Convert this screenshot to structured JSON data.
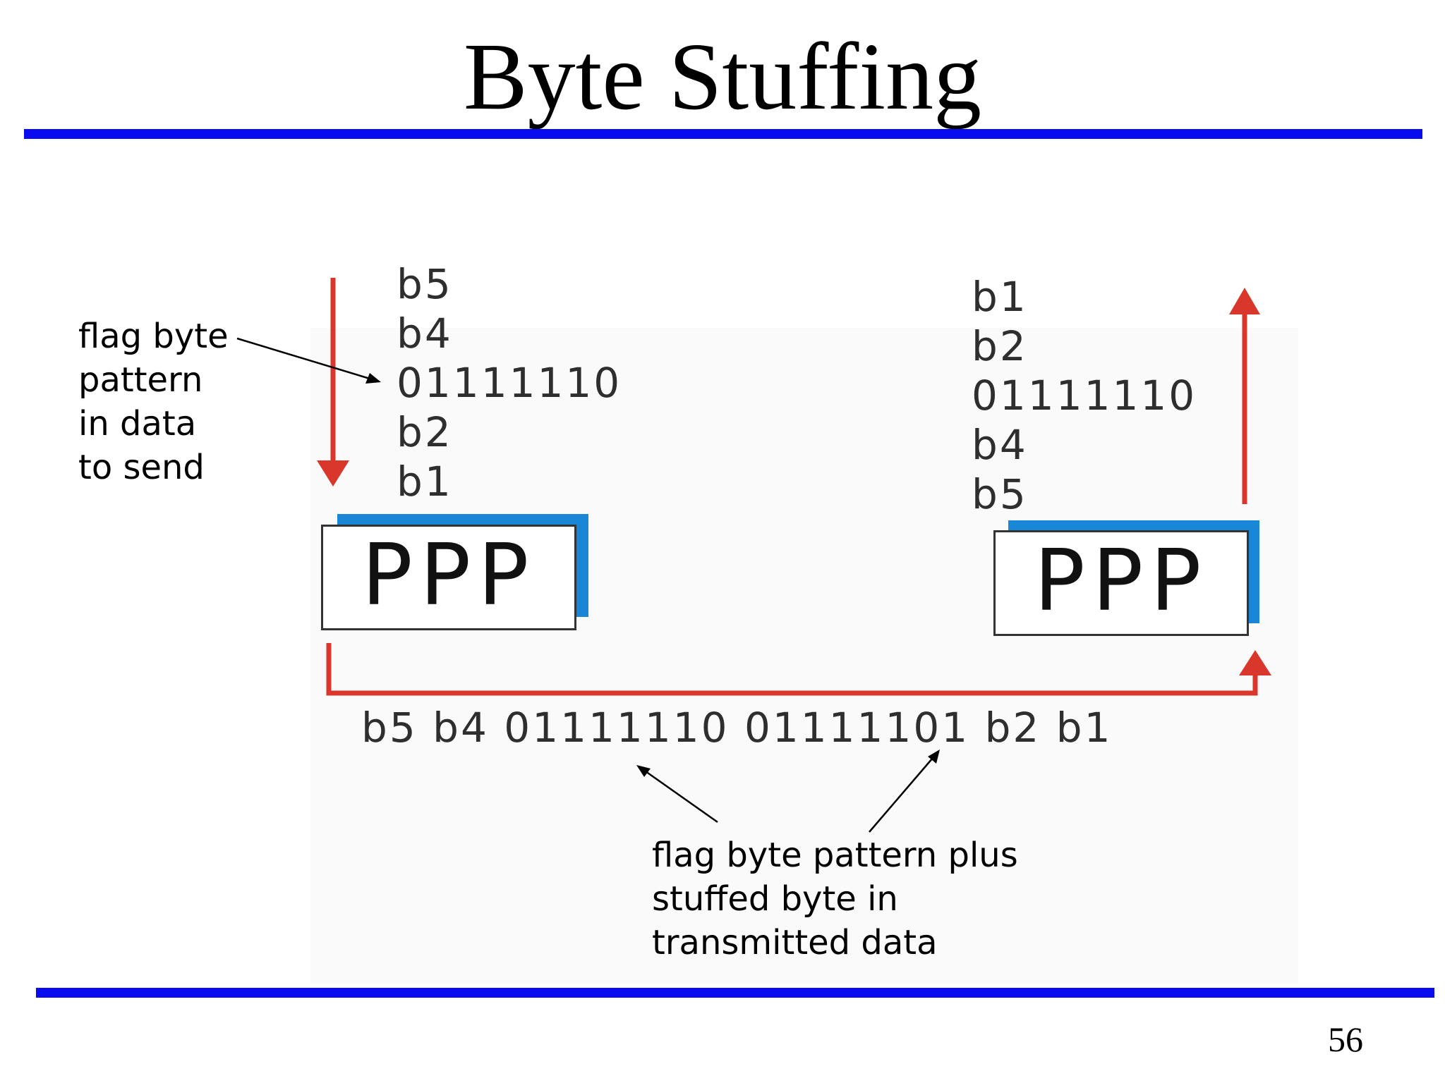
{
  "slide": {
    "title": "Byte Stuffing",
    "page_number": "56",
    "colors": {
      "rule": "#0a0cf0",
      "arrow_red": "#d9372b",
      "box_shadow_blue": "#1a86d6",
      "annotation_arrow": "#000000"
    }
  },
  "sender": {
    "label": "PPP",
    "bytes": [
      "b5",
      "b4",
      "01111110",
      "b2",
      "b1"
    ]
  },
  "receiver": {
    "label": "PPP",
    "bytes": [
      "b1",
      "b2",
      "01111110",
      "b4",
      "b5"
    ]
  },
  "link": {
    "transmitted": "b5 b4 01111110  01111101 b2 b1"
  },
  "annotations": {
    "left": [
      "flag byte",
      "pattern",
      "in data",
      "to send"
    ],
    "bottom": [
      "flag byte pattern plus",
      "stuffed byte in",
      "transmitted  data"
    ]
  }
}
